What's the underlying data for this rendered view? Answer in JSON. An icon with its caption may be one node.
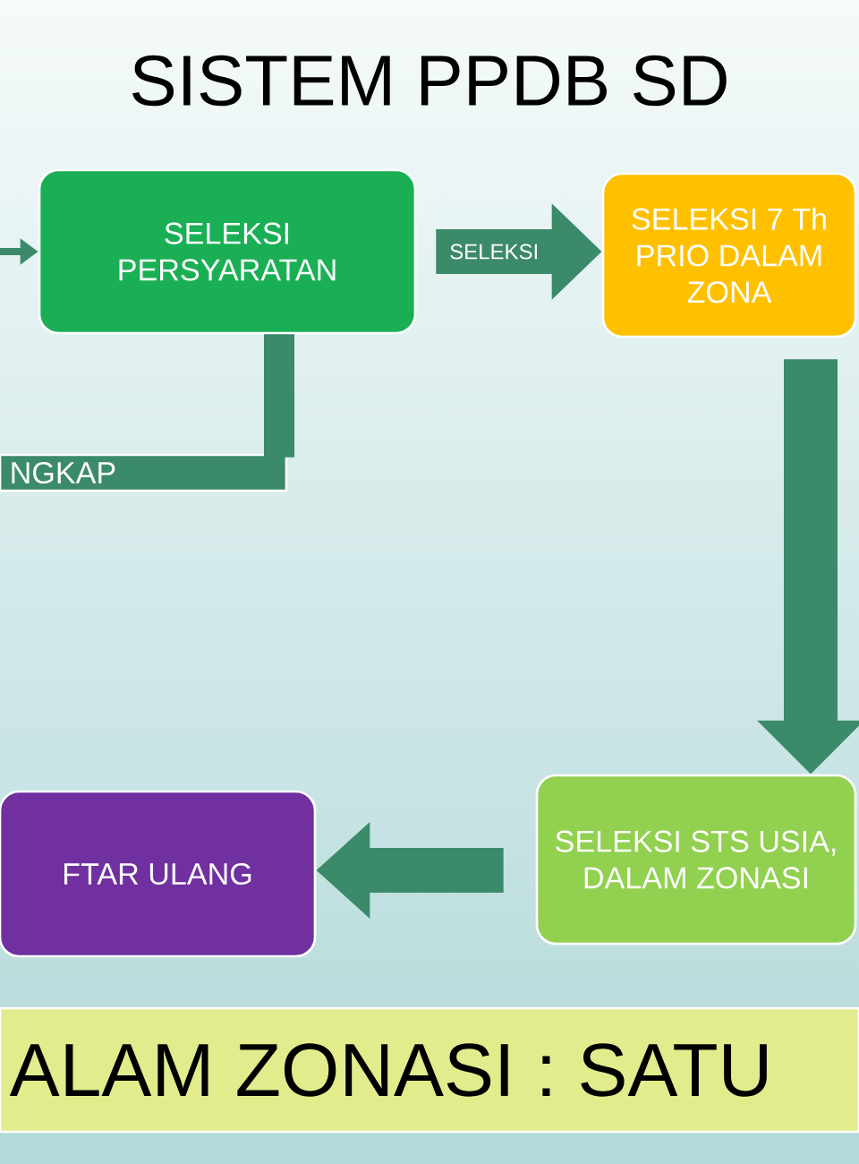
{
  "diagram": {
    "title": "SISTEM PPDB SD",
    "nodes": [
      {
        "text": [
          "SELEKSI PERSYARATAN"
        ]
      },
      {
        "text": [
          "SELEKSI 7 Th PRIO DALAM ZONA"
        ]
      },
      {
        "text": [
          "SELEKSI STS USIA, DALAM ZONASI"
        ]
      },
      {
        "text": [
          "FTAR ULANG"
        ]
      },
      {
        "text": [
          "NGKAP"
        ]
      },
      {
        "text": [
          "ALAM ZONASI : SATU"
        ]
      }
    ],
    "edges": [
      {
        "from": 0,
        "to": 1,
        "arrow": "to",
        "label": "SELEKSI"
      },
      {
        "from": 1,
        "to": 2,
        "arrow": "to"
      },
      {
        "from": 2,
        "to": 3,
        "arrow": "to"
      },
      {
        "from": 0,
        "to": 4,
        "arrow": "none"
      },
      {
        "from": null,
        "to": 0,
        "arrow": "to"
      }
    ]
  }
}
